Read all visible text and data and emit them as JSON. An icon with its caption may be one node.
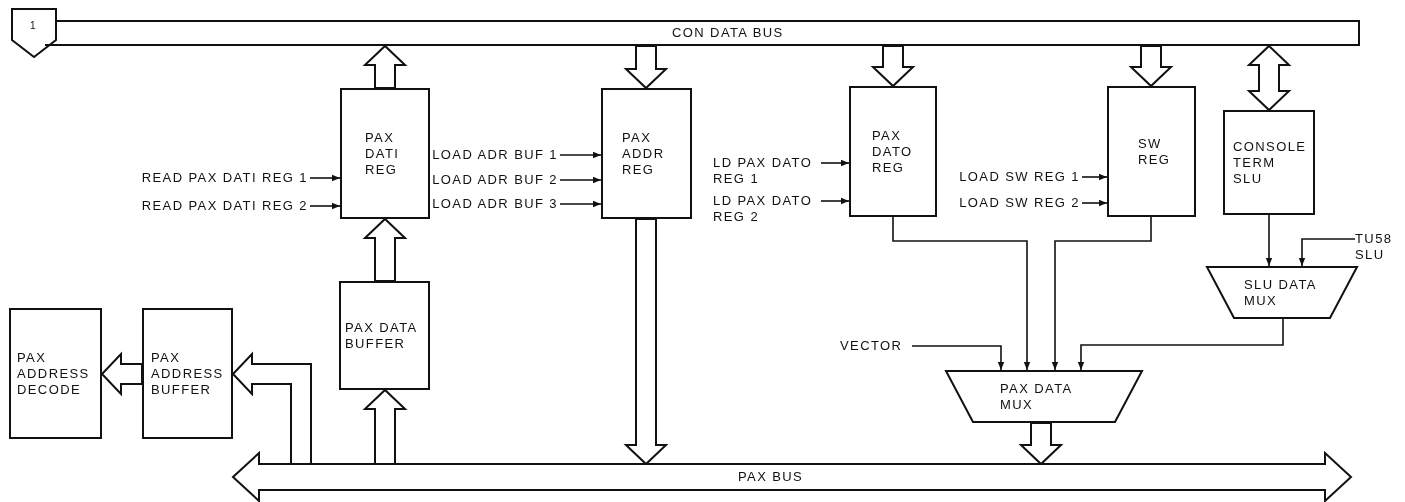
{
  "diagram": {
    "nodes": [
      {
        "text": [
          "1"
        ]
      },
      {
        "text": [
          "CON DATA BUS"
        ]
      },
      {
        "text": [
          "PAX DATI REG"
        ]
      },
      {
        "text": [
          "PAX ADDR REG"
        ]
      },
      {
        "text": [
          "PAX DATO REG"
        ]
      },
      {
        "text": [
          "SW REG"
        ]
      },
      {
        "text": [
          "CONSOLE TERM SLU"
        ]
      },
      {
        "text": [
          "PAX DATA BUFFER"
        ]
      },
      {
        "text": [
          "PAX ADDRESS DECODE"
        ]
      },
      {
        "text": [
          "PAX ADDRESS BUFFER"
        ]
      },
      {
        "text": [
          "SLU DATA MUX"
        ]
      },
      {
        "text": [
          "PAX DATA MUX"
        ]
      },
      {
        "text": [
          "PAX BUS"
        ]
      },
      {
        "text": [
          "READ PAX DATI REG 1"
        ]
      },
      {
        "text": [
          "READ PAX DATI REG 2"
        ]
      },
      {
        "text": [
          "LOAD ADR BUF 1"
        ]
      },
      {
        "text": [
          "LOAD ADR BUF 2"
        ]
      },
      {
        "text": [
          "LOAD ADR BUF 3"
        ]
      },
      {
        "text": [
          "LD PAX DATO REG 1"
        ]
      },
      {
        "text": [
          "LD PAX DATO REG 2"
        ]
      },
      {
        "text": [
          "LOAD SW REG 1"
        ]
      },
      {
        "text": [
          "LOAD SW REG 2"
        ]
      },
      {
        "text": [
          "TU58 SLU"
        ]
      },
      {
        "text": [
          "VECTOR"
        ]
      }
    ],
    "edges": [
      {
        "from": 13,
        "to": 2,
        "arrow": "to"
      },
      {
        "from": 14,
        "to": 2,
        "arrow": "to"
      },
      {
        "from": 2,
        "to": 1,
        "arrow": "to",
        "style": "thick"
      },
      {
        "from": 1,
        "to": 3,
        "arrow": "to",
        "style": "thick"
      },
      {
        "from": 15,
        "to": 3,
        "arrow": "to"
      },
      {
        "from": 16,
        "to": 3,
        "arrow": "to"
      },
      {
        "from": 17,
        "to": 3,
        "arrow": "to"
      },
      {
        "from": 1,
        "to": 4,
        "arrow": "to",
        "style": "thick"
      },
      {
        "from": 18,
        "to": 4,
        "arrow": "to"
      },
      {
        "from": 19,
        "to": 4,
        "arrow": "to"
      },
      {
        "from": 1,
        "to": 5,
        "arrow": "to",
        "style": "thick"
      },
      {
        "from": 20,
        "to": 5,
        "arrow": "to"
      },
      {
        "from": 21,
        "to": 5,
        "arrow": "to"
      },
      {
        "from": 1,
        "to": 6,
        "arrow": "both",
        "style": "thick"
      },
      {
        "from": 7,
        "to": 2,
        "arrow": "to",
        "style": "thick"
      },
      {
        "from": 12,
        "to": 7,
        "arrow": "to",
        "style": "thick"
      },
      {
        "from": 9,
        "to": 8,
        "arrow": "to",
        "style": "thick"
      },
      {
        "from": 12,
        "to": 9,
        "arrow": "to",
        "style": "thick"
      },
      {
        "from": 3,
        "to": 12,
        "arrow": "to",
        "style": "thick"
      },
      {
        "from": 4,
        "to": 11,
        "arrow": "to"
      },
      {
        "from": 5,
        "to": 11,
        "arrow": "to"
      },
      {
        "from": 23,
        "to": 11,
        "arrow": "to"
      },
      {
        "from": 6,
        "to": 10,
        "arrow": "to"
      },
      {
        "from": 22,
        "to": 10,
        "arrow": "to"
      },
      {
        "from": 10,
        "to": 11,
        "arrow": "to"
      },
      {
        "from": 11,
        "to": 12,
        "arrow": "to",
        "style": "thick"
      }
    ]
  }
}
